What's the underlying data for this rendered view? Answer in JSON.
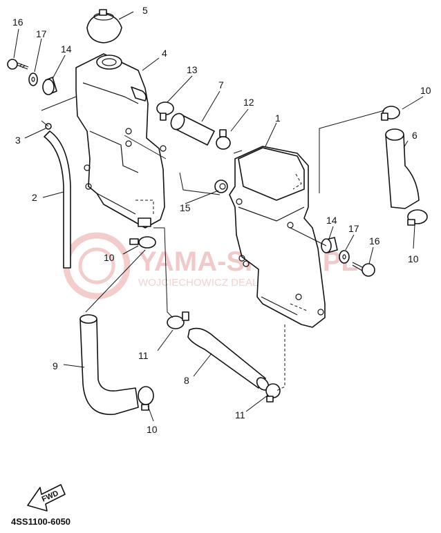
{
  "watermark": {
    "title": "YAMA-SKLEP.PL",
    "subtitle": "WOJCIECHOWICZ DEALER YAMAHA"
  },
  "diagram_code": "4SS1100-6050",
  "fwd_label": "FWD",
  "callouts": {
    "c1": "1",
    "c2": "2",
    "c3": "3",
    "c4": "4",
    "c5": "5",
    "c6": "6",
    "c7": "7",
    "c8": "8",
    "c9": "9",
    "c10a": "10",
    "c10b": "10",
    "c10c": "10",
    "c10d": "10",
    "c11a": "11",
    "c11b": "11",
    "c12": "12",
    "c13": "13",
    "c14a": "14",
    "c14b": "14",
    "c15": "15",
    "c16a": "16",
    "c16b": "16",
    "c17a": "17",
    "c17b": "17"
  }
}
